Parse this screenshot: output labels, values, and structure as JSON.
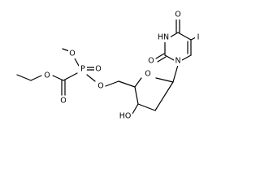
{
  "molecule": {
    "atoms": {
      "n3h": "HN",
      "o4": "O",
      "o2": "O",
      "n1": "N",
      "iodine": "I",
      "o_ring": "O",
      "o5": "O",
      "p": "P",
      "o_p_double": "O",
      "o_methyl": "O",
      "o_ester": "O",
      "o_carbonyl": "O",
      "ho3": "HO"
    }
  }
}
